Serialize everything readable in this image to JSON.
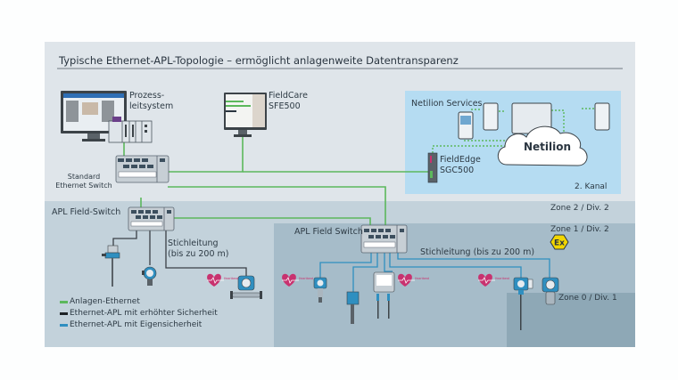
{
  "diagram": {
    "title": "Typische Ethernet-APL-Topologie – ermöglicht anlagenweite Datentransparenz",
    "nodes": {
      "process_control": {
        "line1": "Prozess-",
        "line2": "leitsystem"
      },
      "fieldcare": {
        "line1": "FieldCare",
        "line2": "SFE500"
      },
      "netilion_services": "Netilion Services",
      "netilion_cloud": "Netilion",
      "fieldedge": {
        "line1": "FieldEdge",
        "line2": "SGC500"
      },
      "second_channel": "2. Kanal",
      "standard_switch": {
        "line1": "Standard",
        "line2": "Ethernet Switch"
      },
      "apl_field_switch_left": "APL Field-Switch",
      "apl_field_switch_right": "APL Field Switch",
      "spur_left": {
        "line1": "Stichleitung",
        "line2": "(bis zu 200 m)"
      },
      "spur_right": "Stichleitung (bis zu 200 m)",
      "heartbeat_label": "Heartbeat"
    },
    "zones": {
      "zone2": "Zone 2 / Div. 2",
      "zone1": "Zone 1 / Div. 2",
      "zone0": "Zone 0 / Div. 1",
      "ex_symbol": "Ex"
    },
    "legend": [
      {
        "label": "Anlagen-Ethernet",
        "color": "#5cb85c"
      },
      {
        "label": "Ethernet-APL mit erhöhter Sicherheit",
        "color": "#1e2326"
      },
      {
        "label": "Ethernet-APL mit Eigensicherheit",
        "color": "#2f8fc0"
      }
    ],
    "colors": {
      "plant_ethernet": "#5cb85c",
      "apl_increased_safety": "#3a4046",
      "apl_intrinsic_safety": "#2f8fc0",
      "netilion_bg": "#b5dcf2",
      "heartbeat": "#c8326f",
      "ex_yellow": "#f2d600"
    }
  }
}
